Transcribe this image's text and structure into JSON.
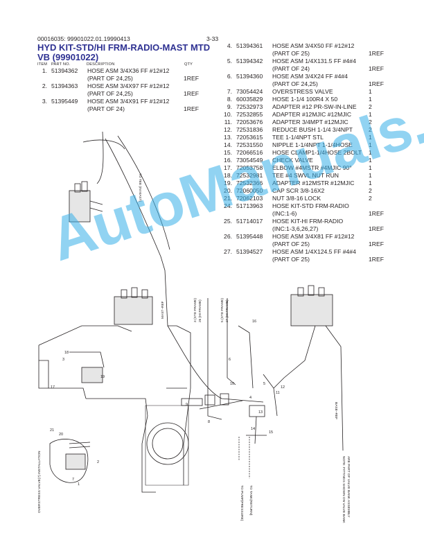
{
  "header": {
    "doc_id": "00016035:  99901022.01.19990413",
    "page": "3-33",
    "title": "HYD KIT-STD/HI FRM-RADIO-MAST MTD VB (99901022)"
  },
  "columns": {
    "item": "ITEM",
    "part_no": "PART NO.",
    "description": "DESCRIPTION",
    "qty": "QTY"
  },
  "parts_left": [
    {
      "no": "1.",
      "part": "51394362",
      "desc": "HOSE ASM 3/4X36 FF #12#12",
      "cont": "(PART OF 24,25)",
      "qty": "1REF"
    },
    {
      "no": "2.",
      "part": "51394363",
      "desc": "HOSE ASM 3/4X97 FF #12#12",
      "cont": "(PART OF 24,25)",
      "qty": "1REF"
    },
    {
      "no": "3.",
      "part": "51395449",
      "desc": "HOSE ASM 3/4X91 FF #12#12",
      "cont": "(PART OF 24)",
      "qty": "1REF"
    }
  ],
  "parts_right": [
    {
      "no": "4.",
      "part": "51394361",
      "desc": "HOSE ASM 3/4X50 FF #12#12",
      "cont": "(PART OF 25)",
      "qty": "1REF"
    },
    {
      "no": "5.",
      "part": "51394342",
      "desc": "HOSE ASM 1/4X131.5 FF #4#4",
      "cont": "(PART OF 24)",
      "qty": "1REF"
    },
    {
      "no": "6.",
      "part": "51394360",
      "desc": "HOSE ASM 3/4X24 FF #4#4",
      "cont": "(PART OF 24,25)",
      "qty": "1REF"
    },
    {
      "no": "7.",
      "part": "73054424",
      "desc": "OVERSTRESS VALVE",
      "cont": "",
      "qty": "1"
    },
    {
      "no": "8.",
      "part": "60035829",
      "desc": "HOSE 1-1/4 100R4 X 50",
      "cont": "",
      "qty": "1"
    },
    {
      "no": "9.",
      "part": "72532973",
      "desc": "ADAPTER #12 PR-SW-IN-LINE",
      "cont": "",
      "qty": "2"
    },
    {
      "no": "10.",
      "part": "72532855",
      "desc": "ADAPTER #12MJIC #12MJIC",
      "cont": "",
      "qty": "1"
    },
    {
      "no": "11.",
      "part": "72053676",
      "desc": "ADAPTER 3/4MPT #12MJIC",
      "cont": "",
      "qty": "2"
    },
    {
      "no": "12.",
      "part": "72531836",
      "desc": "REDUCE BUSH 1-1/4 3/4NPT",
      "cont": "",
      "qty": "2"
    },
    {
      "no": "13.",
      "part": "72053615",
      "desc": "TEE 1-1/4NPT STL",
      "cont": "",
      "qty": "1"
    },
    {
      "no": "14.",
      "part": "72531550",
      "desc": "NIPPLE 1-1/4NPT 1-1/4HOSE",
      "cont": "",
      "qty": "1"
    },
    {
      "no": "15.",
      "part": "72066516",
      "desc": "HOSE CLAMP1-1/4HOSE 2BOLT",
      "cont": "",
      "qty": "1"
    },
    {
      "no": "16.",
      "part": "73054549",
      "desc": "CHECK VALVE",
      "cont": "",
      "qty": "1"
    },
    {
      "no": "17.",
      "part": "72053758",
      "desc": "ELBOW #4MSTR #4MJIC 90°",
      "cont": "",
      "qty": "1"
    },
    {
      "no": "18.",
      "part": "72532981",
      "desc": "TEE #4 SWVL NUT RUN",
      "cont": "",
      "qty": "1"
    },
    {
      "no": "19.",
      "part": "72532366",
      "desc": "ADAPTER #12MSTR #12MJIC",
      "cont": "",
      "qty": "1"
    },
    {
      "no": "20.",
      "part": "72060050",
      "desc": "CAP SCR 3/8-16X2",
      "cont": "",
      "qty": "2"
    },
    {
      "no": "21.",
      "part": "72062103",
      "desc": "NUT 3/8-16 LOCK",
      "cont": "",
      "qty": "2"
    },
    {
      "no": "24.",
      "part": "51713963",
      "desc": "HOSE KIT-STD FRM-RADIO",
      "cont": "(INC:1-6)",
      "qty": "1REF"
    },
    {
      "no": "25.",
      "part": "51714017",
      "desc": "HOSE KIT-HI FRM-RADIO",
      "cont": "(INC:1-3,6,26,27)",
      "qty": "1REF"
    },
    {
      "no": "26.",
      "part": "51395448",
      "desc": "HOSE ASM 3/4X81 FF #12#12",
      "cont": "(PART OF 25)",
      "qty": "1REF"
    },
    {
      "no": "27.",
      "part": "51394527",
      "desc": "HOSE ASM 1/4X124.5 FF #4#4",
      "cont": "(PART OF 25)",
      "qty": "1REF"
    }
  ],
  "diagram": {
    "labels": {
      "to_tee_mast": "TO TEE (IN MAST)",
      "mast_ref": "MAST–REF",
      "std_frame": "3 (STD FRAME)",
      "hi_frame": "26 (HI FRAME)",
      "std_frame_2": "5 (STD FRAME)",
      "hi_frame_2": "27 (HI FRAME)",
      "base_ref": "BASE–REF",
      "overstress": "OVERSTRESS VALVE(7) INSTALLATION",
      "to_pump": "TO PUMP(PRESSURE)",
      "to_tank": "TO TANK(RETURN)",
      "note": "NOTE: FITTINGS SHOWN ON VALVE BANK",
      "note2": "ARE PART OF VALVE BANK ASSEMBLY"
    },
    "callouts": [
      "1",
      "2",
      "3",
      "4",
      "5",
      "6",
      "7",
      "8",
      "9",
      "10",
      "11",
      "12",
      "13",
      "14",
      "15",
      "16",
      "17",
      "18",
      "19",
      "20",
      "21"
    ]
  },
  "watermark": "AutoManuals.net",
  "colors": {
    "title": "#2e3192",
    "watermark": "#38b0e8",
    "text": "#231f20"
  }
}
